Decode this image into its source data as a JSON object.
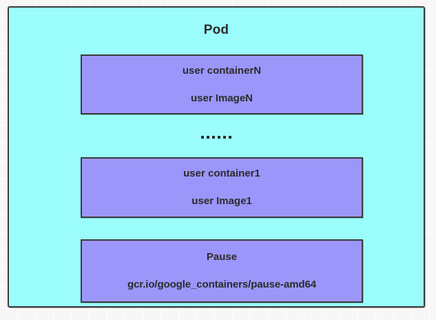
{
  "diagram": {
    "pod": {
      "title": "Pod",
      "fill_color": "#9bfcfc",
      "border_color": "#3b3b3b"
    },
    "containers": [
      {
        "name": "user containerN",
        "image": "user ImageN",
        "fill_color": "#9b96f9"
      },
      {
        "name": "user container1",
        "image": "user Image1",
        "fill_color": "#9b96f9"
      },
      {
        "name": "Pause",
        "image": "gcr.io/google_containers/pause-amd64",
        "fill_color": "#9b96f9"
      }
    ],
    "ellipsis_label": "......"
  }
}
